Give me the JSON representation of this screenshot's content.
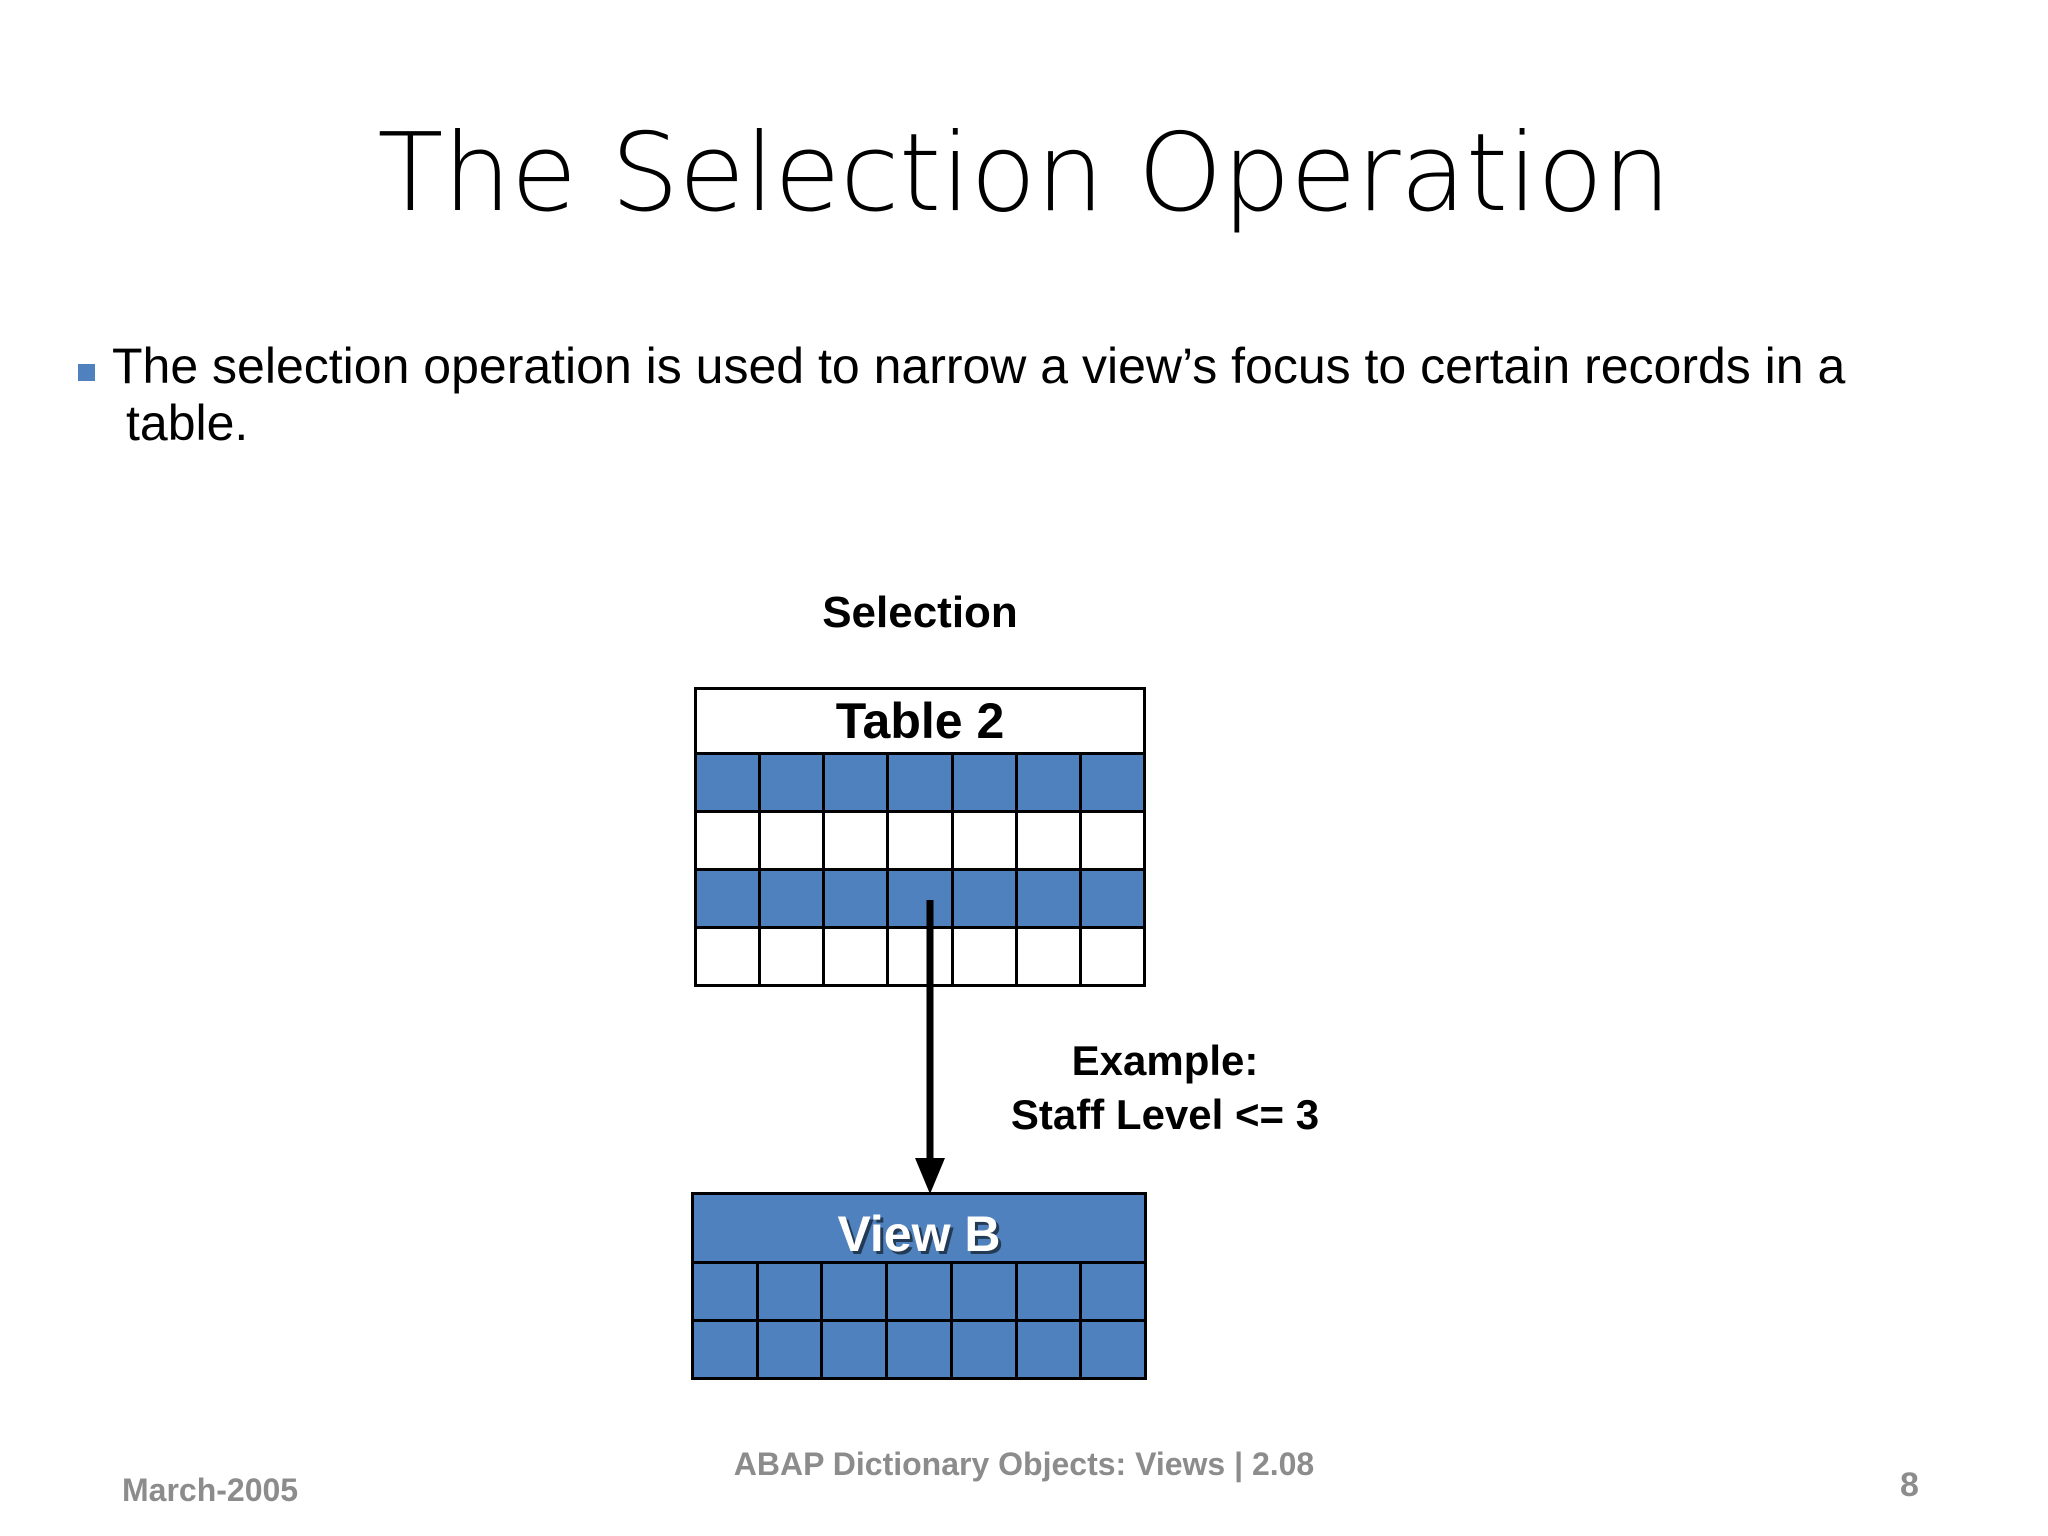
{
  "slide": {
    "title": "The Selection Operation",
    "bullets": [
      {
        "marker": "square-bullet",
        "line1": "The selection operation is used to narrow a view’s focus to certain records in a",
        "line2": "table."
      }
    ]
  },
  "diagram": {
    "operation_label": "Selection",
    "source_table": {
      "name": "Table 2",
      "columns": 7,
      "rows": [
        {
          "fill": "blue"
        },
        {
          "fill": "white"
        },
        {
          "fill": "blue"
        },
        {
          "fill": "white"
        }
      ]
    },
    "arrow": {
      "name": "downward-arrow",
      "from": "Table 2",
      "to": "View B"
    },
    "annotation": {
      "heading": "Example:",
      "condition": "Staff Level <= 3"
    },
    "result_view": {
      "name": "View B",
      "columns": 7,
      "rows": [
        {
          "fill": "blue"
        },
        {
          "fill": "blue"
        }
      ]
    },
    "colors": {
      "accent_blue": "#4E81BD",
      "grid_line": "#000000",
      "header_white": "#FFFFFF",
      "view_label_text": "#FFFFFF"
    }
  },
  "footer": {
    "date": "March-2005",
    "course": "ABAP Dictionary Objects:  Views | 2.08",
    "page_number": "8",
    "color": "#8C8C8C"
  }
}
